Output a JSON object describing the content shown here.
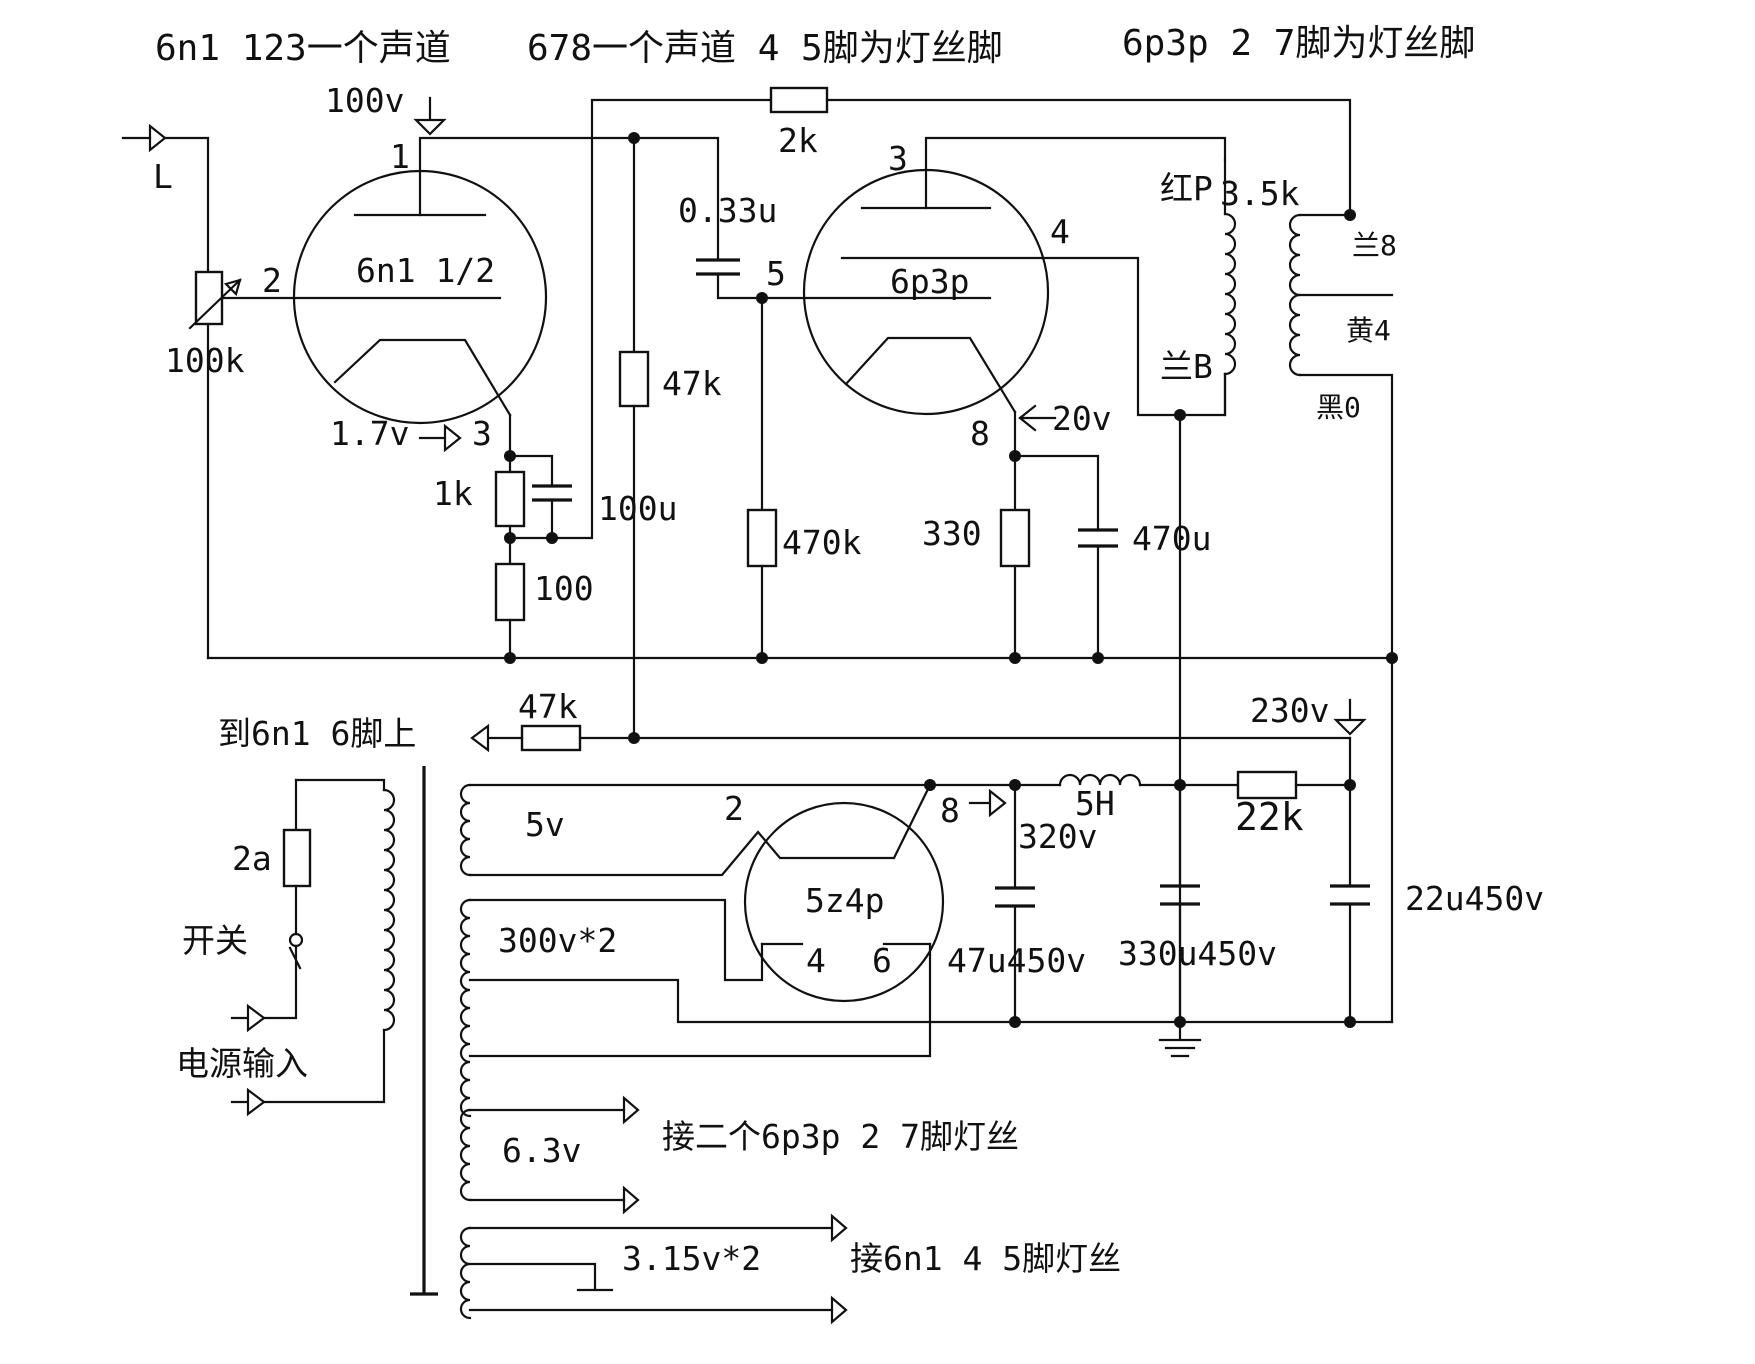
{
  "header": {
    "note1": "6n1 123一个声道",
    "note2": "678一个声道 4 5脚为灯丝脚",
    "note3": "6p3p 2 7脚为灯丝脚"
  },
  "input": {
    "label": "L",
    "volume_pot": "100k",
    "pin2": "2"
  },
  "tube_6n1": {
    "name": "6n1 1/2",
    "pin_plate": "1",
    "pin_cathode": "3",
    "plate_voltage": "100v",
    "cathode_voltage": "1.7v",
    "cathode_resistor": "1k",
    "bypass_cap": "100u",
    "feedback_resistor": "100",
    "plate_load": "47k"
  },
  "feedback": {
    "resistor": "2k"
  },
  "coupling": {
    "cap": "0.33u",
    "grid_leak": "470k"
  },
  "tube_6p3p": {
    "name": "6p3p",
    "pin_plate": "3",
    "pin_screen": "4",
    "pin_grid": "5",
    "pin_cathode": "8",
    "cathode_voltage": "20v",
    "cathode_resistor": "330",
    "cathode_cap": "470u"
  },
  "output_transformer": {
    "impedance": "3.5k",
    "red_tap": "红P",
    "blue_tap": "兰B",
    "tap_8": "兰8",
    "tap_4": "黄4",
    "tap_0": "黑0"
  },
  "supply": {
    "to_6n1_label": "到6n1 6脚上",
    "dropper_47k": "47k",
    "b_plus": "230v",
    "fuse": "2a",
    "switch": "开关",
    "mains_input": "电源输入",
    "heater_5v": "5v",
    "hv_winding": "300v*2",
    "heater_63": "6.3v",
    "heater_63_note": "接二个6p3p 2 7脚灯丝",
    "heater_315": "3.15v*2",
    "heater_315_note": "接6n1 4 5脚灯丝",
    "rect_name": "5z4p",
    "rect_pin2": "2",
    "rect_pin8": "8",
    "rect_pin4": "4",
    "rect_pin6": "6",
    "rect_voltage": "320v",
    "choke": "5H",
    "filter_r": "22k",
    "cap1": "47u450v",
    "cap2": "330u450v",
    "cap3": "22u450v"
  }
}
